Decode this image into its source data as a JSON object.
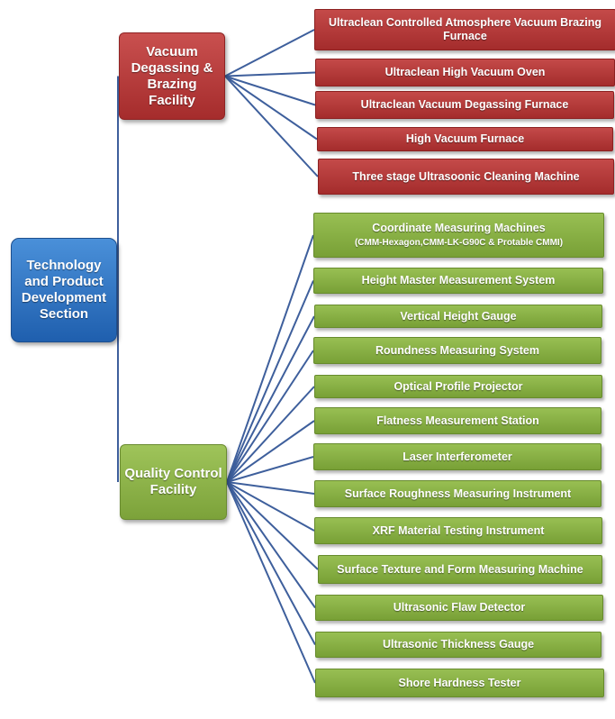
{
  "root": {
    "label": "Technology and Product Development Section",
    "color": "#2f78c8"
  },
  "categories": [
    {
      "id": "vacuum",
      "label": "Vacuum Degassing & Brazing Facility",
      "color": "#b83b3b",
      "items": [
        {
          "label": "Ultraclean  Controlled Atmosphere Vacuum Brazing Furnace"
        },
        {
          "label": "Ultraclean  High Vacuum Oven"
        },
        {
          "label": "Ultraclean  Vacuum Degassing Furnace"
        },
        {
          "label": "High Vacuum Furnace"
        },
        {
          "label": "Three stage Ultrasoonic Cleaning Machine"
        }
      ]
    },
    {
      "id": "quality",
      "label": "Quality Control Facility",
      "color": "#8db248",
      "items": [
        {
          "label": "Coordinate Measuring Machines",
          "sub": "(CMM-Hexagon,CMM-LK-G90C  & Protable CMMI)"
        },
        {
          "label": "Height Master Measurement  System"
        },
        {
          "label": "Vertical Height Gauge"
        },
        {
          "label": "Roundness Measuring System"
        },
        {
          "label": "Optical Profile Projector"
        },
        {
          "label": "Flatness Measurement  Station"
        },
        {
          "label": "Laser Interferometer"
        },
        {
          "label": "Surface Roughness Measuring Instrument"
        },
        {
          "label": "XRF Material Testing  Instrument"
        },
        {
          "label": "Surface Texture and Form Measuring Machine"
        },
        {
          "label": "Ultrasonic Flaw Detector"
        },
        {
          "label": "Ultrasonic Thickness Gauge"
        },
        {
          "label": "Shore Hardness Tester"
        }
      ]
    }
  ],
  "connector_color": "#3e5f9c"
}
